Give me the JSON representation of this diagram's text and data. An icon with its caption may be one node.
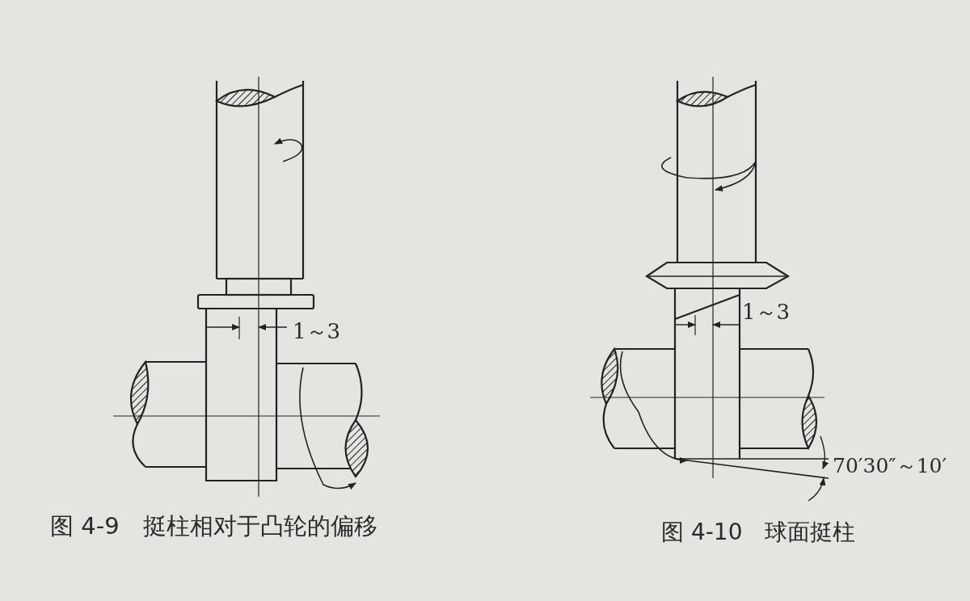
{
  "diagram": {
    "labels": [
      "1～3",
      "图 4-9　挺柱相对于凸轮的偏移",
      "1～3",
      "70′30″～10′",
      "图 4-10　球面挺柱"
    ]
  }
}
